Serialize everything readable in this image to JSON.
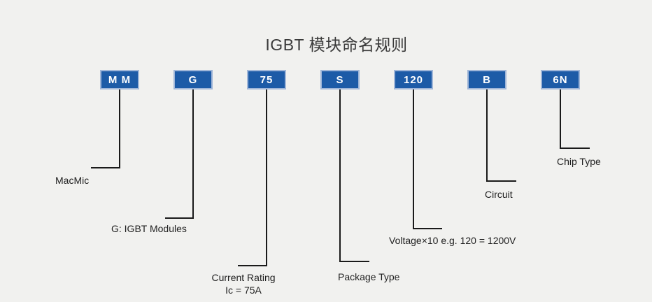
{
  "title": "IGBT 模块命名规则",
  "segments": [
    {
      "code": "M M",
      "label": "MacMic"
    },
    {
      "code": "G",
      "label": "G: IGBT Modules"
    },
    {
      "code": "75",
      "label": "Current Rating",
      "label2": "Ic = 75A"
    },
    {
      "code": "S",
      "label": "Package Type"
    },
    {
      "code": "120",
      "label": "Voltage×10 e.g. 120 = 1200V"
    },
    {
      "code": "B",
      "label": "Circuit"
    },
    {
      "code": "6N",
      "label": "Chip Type"
    }
  ],
  "colors": {
    "background": "#f1f1ef",
    "box_fill": "#1d5ba7",
    "box_border": "#a0b6d8",
    "box_text": "#ffffff",
    "line": "#1a1a1a",
    "label_text": "#1f1f1f",
    "title_text": "#3a3a3a"
  }
}
